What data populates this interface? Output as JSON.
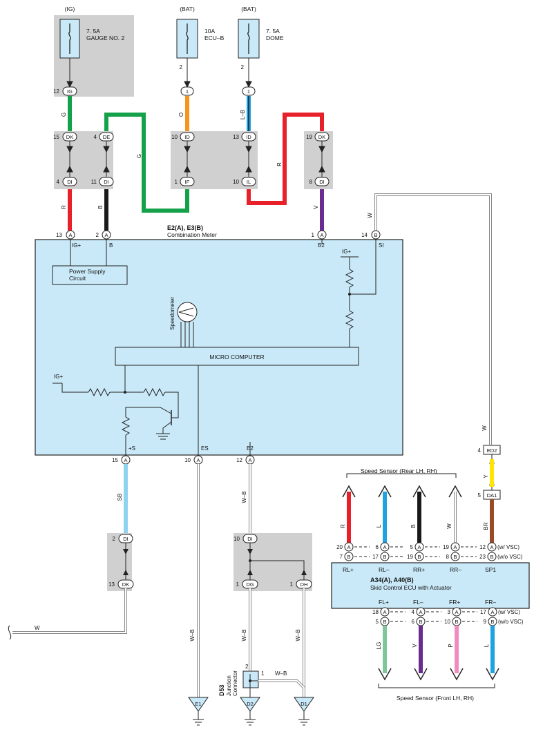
{
  "fuses": {
    "ig": {
      "source": "(IG)",
      "rating": "7. 5A",
      "name": "GAUGE NO. 2"
    },
    "ecub": {
      "source": "(BAT)",
      "rating": "10A",
      "name": "ECU–B"
    },
    "dome": {
      "source": "(BAT)",
      "rating": "7. 5A",
      "name": "DOME"
    }
  },
  "fuse_pins": {
    "ecub": "2",
    "dome": "2"
  },
  "junctions": {
    "ig_top": {
      "pin": "12",
      "code": "IG"
    },
    "ecub_top": {
      "code": "1"
    },
    "dome_top": {
      "code": "1"
    },
    "dk1_top": {
      "pin": "15",
      "code": "DK"
    },
    "de_top": {
      "pin": "4",
      "code": "DE"
    },
    "id1_top": {
      "pin": "10",
      "code": "ID"
    },
    "id2_top": {
      "pin": "13",
      "code": "ID"
    },
    "dk2_top": {
      "pin": "19",
      "code": "DK"
    },
    "di1_bot": {
      "pin": "4",
      "code": "DI"
    },
    "di2_bot": {
      "pin": "11",
      "code": "DI"
    },
    "if_bot": {
      "pin": "1",
      "code": "IF"
    },
    "il_bot": {
      "pin": "10",
      "code": "IL"
    },
    "di3_bot": {
      "pin": "8",
      "code": "DI"
    },
    "di_lower_top": {
      "pin": "2",
      "code": "DI"
    },
    "dk_lower_bot": {
      "pin": "13",
      "code": "DK"
    },
    "di_right_top": {
      "pin": "10",
      "code": "DI"
    },
    "dg_bot": {
      "pin": "1",
      "code": "DG"
    },
    "dh_bot": {
      "pin": "1",
      "code": "DH"
    },
    "ed2": {
      "pin": "4",
      "code": "ED2"
    },
    "da1": {
      "pin": "5",
      "code": "DA1"
    }
  },
  "wire_colors": {
    "g": "G",
    "g2": "G",
    "o": "O",
    "lb": "L–B",
    "r_loop": "R",
    "r": "R",
    "b": "B",
    "v": "V",
    "w_si": "W",
    "w_ed": "W",
    "y": "Y",
    "br": "BR",
    "sb": "SB",
    "w_left": "W",
    "wb1": "W–B",
    "wb2": "W–B",
    "wb3": "W–B",
    "wb4": "W–B",
    "wb_jc": "W–B",
    "rr_r": "R",
    "rr_l": "L",
    "rr_b": "B",
    "rr_w": "W",
    "fr_lg": "LG",
    "fr_v": "V",
    "fr_p": "P",
    "fr_l": "L"
  },
  "meter": {
    "title": "E2(A), E3(B)",
    "name": "Combination Meter",
    "top_pins": [
      {
        "pin": "13",
        "conn": "A",
        "label": "IG+"
      },
      {
        "pin": "2",
        "conn": "A",
        "label": "B"
      },
      {
        "pin": "1",
        "conn": "A",
        "label": "B2"
      },
      {
        "pin": "14",
        "conn": "B",
        "label": "SI"
      }
    ],
    "bottom_pins": [
      {
        "pin": "15",
        "conn": "A",
        "label": "+S"
      },
      {
        "pin": "10",
        "conn": "A",
        "label": "ES"
      },
      {
        "pin": "12",
        "conn": "A",
        "label": "E2"
      }
    ],
    "power_supply": [
      "Power Supply",
      "Circuit"
    ],
    "micro": "MICRO COMPUTER",
    "speedometer": "Speedometer",
    "igp_inner_right": "IG+",
    "igp_inner_left": "IG+"
  },
  "ecu": {
    "title": "A34(A), A40(B)",
    "name": "Skid Control ECU with Actuator",
    "top_labels": [
      "RL+",
      "RL–",
      "RR+",
      "RR–",
      "SP1"
    ],
    "bottom_labels": [
      "FL+",
      "FL–",
      "FR+",
      "FR–"
    ],
    "rear_header": "Speed Sensor (Rear LH,  RH)",
    "front_header": "Speed Sensor (Front LH,  RH)",
    "top_row_a": [
      {
        "pin": "20",
        "conn": "A"
      },
      {
        "pin": "6",
        "conn": "A"
      },
      {
        "pin": "5",
        "conn": "A"
      },
      {
        "pin": "19",
        "conn": "A"
      },
      {
        "pin": "12",
        "conn": "A"
      }
    ],
    "top_row_b": [
      {
        "pin": "7",
        "conn": "B"
      },
      {
        "pin": "17",
        "conn": "B"
      },
      {
        "pin": "19",
        "conn": "B"
      },
      {
        "pin": "8",
        "conn": "B"
      },
      {
        "pin": "23",
        "conn": "B"
      }
    ],
    "bot_row_a": [
      {
        "pin": "18",
        "conn": "A"
      },
      {
        "pin": "4",
        "conn": "A"
      },
      {
        "pin": "3",
        "conn": "A"
      },
      {
        "pin": "17",
        "conn": "A"
      }
    ],
    "bot_row_b": [
      {
        "pin": "5",
        "conn": "B"
      },
      {
        "pin": "6",
        "conn": "B"
      },
      {
        "pin": "10",
        "conn": "B"
      },
      {
        "pin": "9",
        "conn": "B"
      }
    ],
    "note_vsc": "(w/ VSC)",
    "note_novsc": "(w/o VSC)"
  },
  "jc": {
    "code": "D53",
    "name": [
      "Junction",
      "Connector"
    ],
    "pin2": "2",
    "pin1": "1"
  },
  "grounds": [
    "E1",
    "D2",
    "D1"
  ],
  "colors": {
    "red": "#e8202a",
    "green": "#15a04a",
    "black": "#1a1a1a",
    "orange": "#f7941d",
    "purple": "#6a2c91",
    "skyblue": "#8fd3f0",
    "blue": "#1ea3e0",
    "yellow": "#ffe600",
    "brown": "#9a4a26",
    "lightgreen": "#7fc79b",
    "pink": "#ef8cbf",
    "grey": "#d0d0d0",
    "panel": "#c9e9f8"
  }
}
